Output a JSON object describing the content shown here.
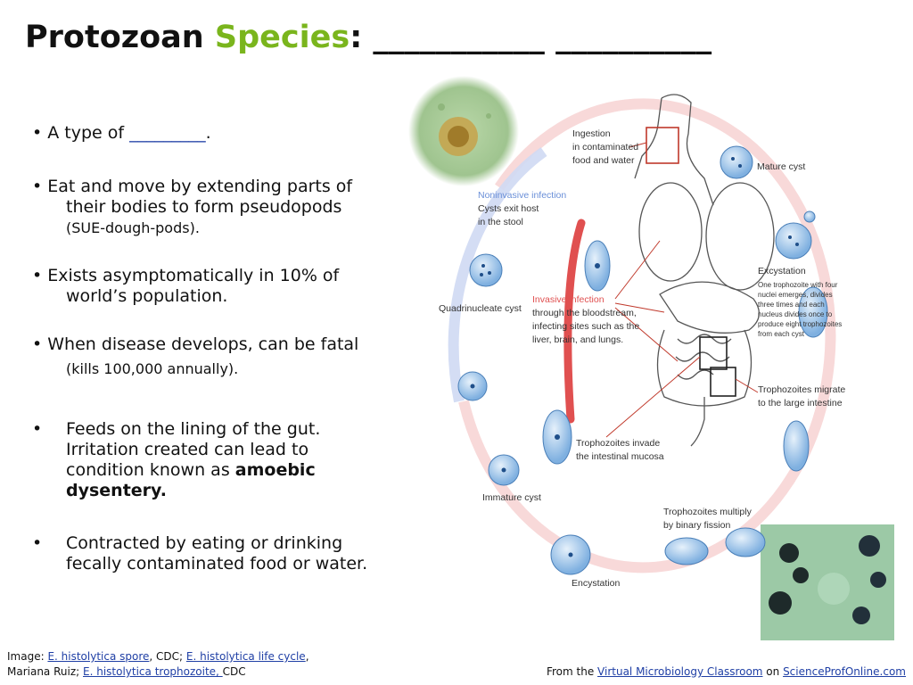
{
  "title": {
    "prefix": "Protozoan ",
    "accent": "Species",
    "suffix": ": ___________ __________"
  },
  "colors": {
    "accent": "#7ab51d",
    "link": "#1f3fa5",
    "cycle_arrow": "#f4c7c7",
    "invasive": "#e05050",
    "noninvasive": "#6a8fd8"
  },
  "bullets": [
    {
      "text": "• A type of ",
      "blank": "_________",
      "end": "."
    },
    {
      "line1": "• Eat and move by extending parts of",
      "line2": "their bodies to form pseudopods",
      "line3": "(SUE-dough-pods)."
    },
    {
      "line1": "• Exists asymptomatically in 10% of",
      "line2": "world’s population."
    },
    {
      "line1": "• When disease develops, can be fatal",
      "line2": "(kills 100,000 annually)."
    },
    {
      "dot": "•",
      "text": "Feeds on the lining of the gut. Irritation created can lead to condition known as ",
      "bold": "amoebic dysentery."
    },
    {
      "dot": "•",
      "text": "Contracted by eating or drinking fecally contaminated food or water."
    }
  ],
  "diagram": {
    "ingestion": [
      "Ingestion",
      "in contaminated",
      "food and water"
    ],
    "mature_cyst": "Mature cyst",
    "noninvasive": [
      "Noninvasive infection",
      "Cysts exit host",
      "in the stool"
    ],
    "quadrinucleate": "Quadrinucleate cyst",
    "invasive": [
      "Invasive infection",
      "through the bloodstream,",
      "infecting sites such as the",
      "liver, brain, and lungs."
    ],
    "excystation": "Excystation",
    "excystation_desc": [
      "One trophozoite with four",
      "nuclei emerges, divides",
      "three times and each",
      "nucleus divides once to",
      "produce eight trophozoites",
      "from each cyst"
    ],
    "migrate": [
      "Trophozoites  migrate",
      "to the large intestine"
    ],
    "invade": [
      "Trophozoites invade",
      "the intestinal mucosa"
    ],
    "immature_cyst": "Immature cyst",
    "multiply": [
      "Trophozoites multiply",
      "by binary fission"
    ],
    "encystation": "Encystation"
  },
  "credit": {
    "image_label": "Image: ",
    "link1": "E. histolytica spore",
    "sep1": ", CDC; ",
    "link2": "E. histolytica life cycle",
    "sep2": ", Mariana Ruiz; ",
    "link3": "E. histolytica trophozoite, ",
    "end": "CDC"
  },
  "source": {
    "prefix": "From the  ",
    "link1": "Virtual Microbiology Classroom",
    "mid": " on ",
    "link2": "ScienceProfOnline.com"
  }
}
